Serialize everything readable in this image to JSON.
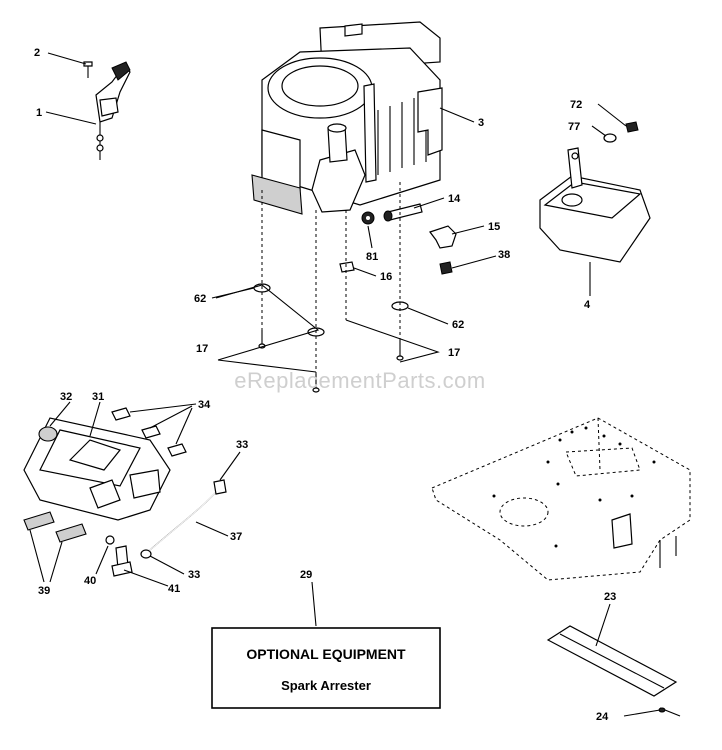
{
  "watermark": "eReplacementParts.com",
  "callouts": [
    {
      "id": "c1",
      "text": "1"
    },
    {
      "id": "c2",
      "text": "2"
    },
    {
      "id": "c3",
      "text": "3"
    },
    {
      "id": "c4",
      "text": "4"
    },
    {
      "id": "c14",
      "text": "14"
    },
    {
      "id": "c15",
      "text": "15"
    },
    {
      "id": "c16",
      "text": "16"
    },
    {
      "id": "c17a",
      "text": "17"
    },
    {
      "id": "c17b",
      "text": "17"
    },
    {
      "id": "c23",
      "text": "23"
    },
    {
      "id": "c24",
      "text": "24"
    },
    {
      "id": "c29",
      "text": "29"
    },
    {
      "id": "c31",
      "text": "31"
    },
    {
      "id": "c32",
      "text": "32"
    },
    {
      "id": "c33a",
      "text": "33"
    },
    {
      "id": "c33b",
      "text": "33"
    },
    {
      "id": "c34",
      "text": "34"
    },
    {
      "id": "c37",
      "text": "37"
    },
    {
      "id": "c38",
      "text": "38"
    },
    {
      "id": "c39",
      "text": "39"
    },
    {
      "id": "c40",
      "text": "40"
    },
    {
      "id": "c41",
      "text": "41"
    },
    {
      "id": "c62a",
      "text": "62"
    },
    {
      "id": "c62b",
      "text": "62"
    },
    {
      "id": "c72",
      "text": "72"
    },
    {
      "id": "c77",
      "text": "77"
    },
    {
      "id": "c81",
      "text": "81"
    }
  ],
  "optional_box": {
    "title": "OPTIONAL EQUIPMENT",
    "subtitle": "Spark Arrester"
  }
}
